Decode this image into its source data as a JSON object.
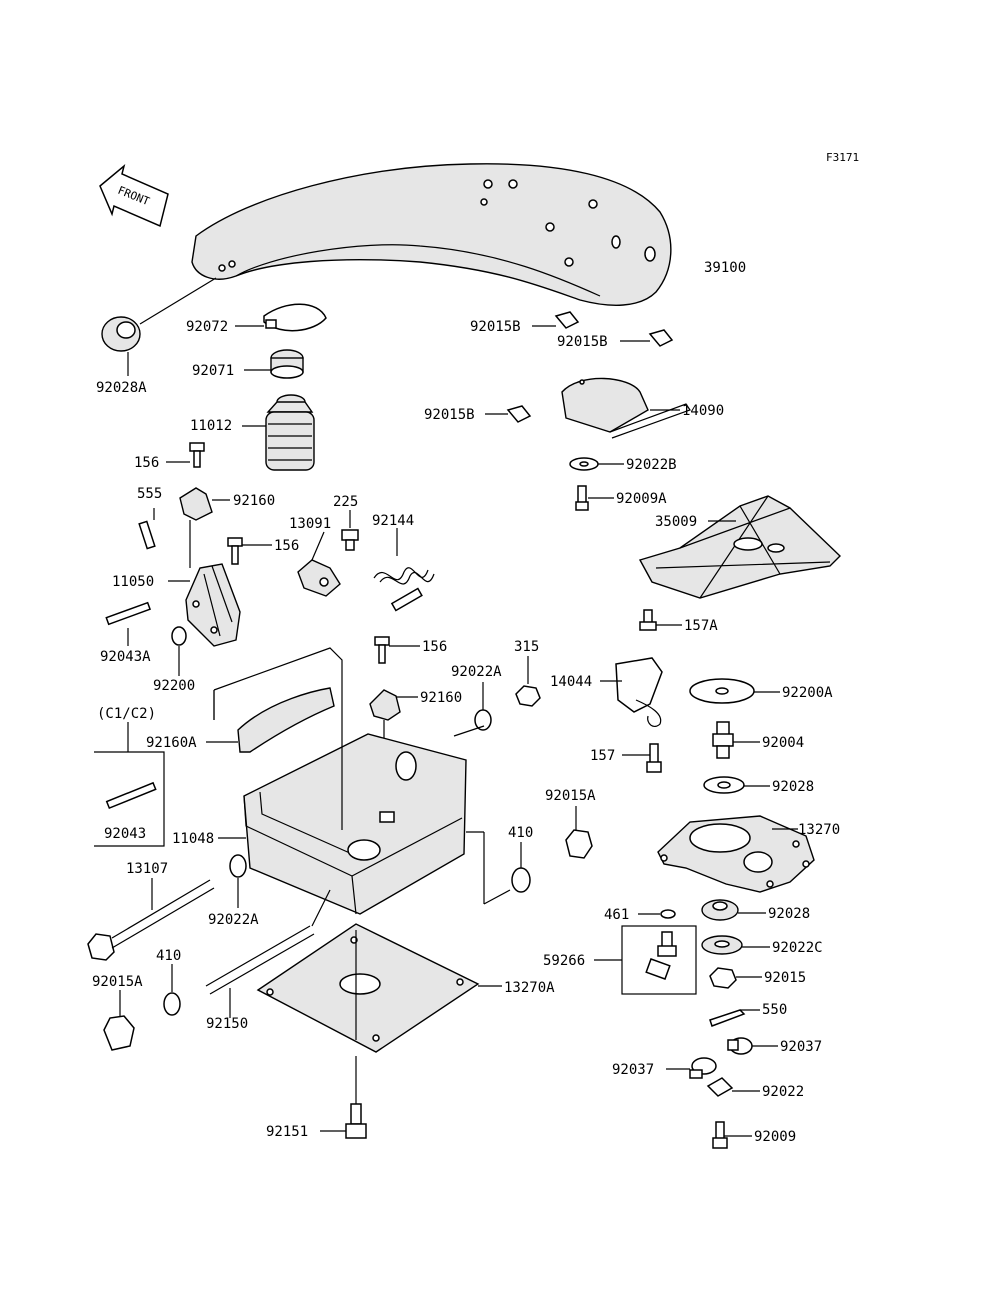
{
  "diagram": {
    "figure_code": "F3171",
    "front_label": "FRONT",
    "group_label": "(C1/C2)",
    "parts": [
      {
        "id": "39100",
        "label": "39100"
      },
      {
        "id": "92028A",
        "label": "92028A"
      },
      {
        "id": "92072",
        "label": "92072"
      },
      {
        "id": "92071",
        "label": "92071"
      },
      {
        "id": "11012",
        "label": "11012"
      },
      {
        "id": "156a",
        "label": "156"
      },
      {
        "id": "555",
        "label": "555"
      },
      {
        "id": "92160a",
        "label": "92160"
      },
      {
        "id": "156b",
        "label": "156"
      },
      {
        "id": "11050",
        "label": "11050"
      },
      {
        "id": "92043A",
        "label": "92043A"
      },
      {
        "id": "92200",
        "label": "92200"
      },
      {
        "id": "225",
        "label": "225"
      },
      {
        "id": "13091",
        "label": "13091"
      },
      {
        "id": "92144",
        "label": "92144"
      },
      {
        "id": "92015Ba",
        "label": "92015B"
      },
      {
        "id": "92015Bb",
        "label": "92015B"
      },
      {
        "id": "92015Bc",
        "label": "92015B"
      },
      {
        "id": "14090",
        "label": "14090"
      },
      {
        "id": "92022B",
        "label": "92022B"
      },
      {
        "id": "92009A",
        "label": "92009A"
      },
      {
        "id": "35009",
        "label": "35009"
      },
      {
        "id": "157A",
        "label": "157A"
      },
      {
        "id": "156c",
        "label": "156"
      },
      {
        "id": "315",
        "label": "315"
      },
      {
        "id": "92022A_top",
        "label": "92022A"
      },
      {
        "id": "14044",
        "label": "14044"
      },
      {
        "id": "92200A",
        "label": "92200A"
      },
      {
        "id": "92160b",
        "label": "92160"
      },
      {
        "id": "92160A",
        "label": "92160A"
      },
      {
        "id": "157",
        "label": "157"
      },
      {
        "id": "92004",
        "label": "92004"
      },
      {
        "id": "92028a",
        "label": "92028"
      },
      {
        "id": "92043",
        "label": "92043"
      },
      {
        "id": "11048",
        "label": "11048"
      },
      {
        "id": "92015A_mid",
        "label": "92015A"
      },
      {
        "id": "13270",
        "label": "13270"
      },
      {
        "id": "410a",
        "label": "410"
      },
      {
        "id": "13107",
        "label": "13107"
      },
      {
        "id": "92022A_low",
        "label": "92022A"
      },
      {
        "id": "461",
        "label": "461"
      },
      {
        "id": "92028b",
        "label": "92028"
      },
      {
        "id": "59266",
        "label": "59266"
      },
      {
        "id": "92022C",
        "label": "92022C"
      },
      {
        "id": "92015",
        "label": "92015"
      },
      {
        "id": "410b",
        "label": "410"
      },
      {
        "id": "92015A_low",
        "label": "92015A"
      },
      {
        "id": "13270A",
        "label": "13270A"
      },
      {
        "id": "550",
        "label": "550"
      },
      {
        "id": "92150",
        "label": "92150"
      },
      {
        "id": "92037a",
        "label": "92037"
      },
      {
        "id": "92037b",
        "label": "92037"
      },
      {
        "id": "92022",
        "label": "92022"
      },
      {
        "id": "92151",
        "label": "92151"
      },
      {
        "id": "92009",
        "label": "92009"
      }
    ]
  }
}
